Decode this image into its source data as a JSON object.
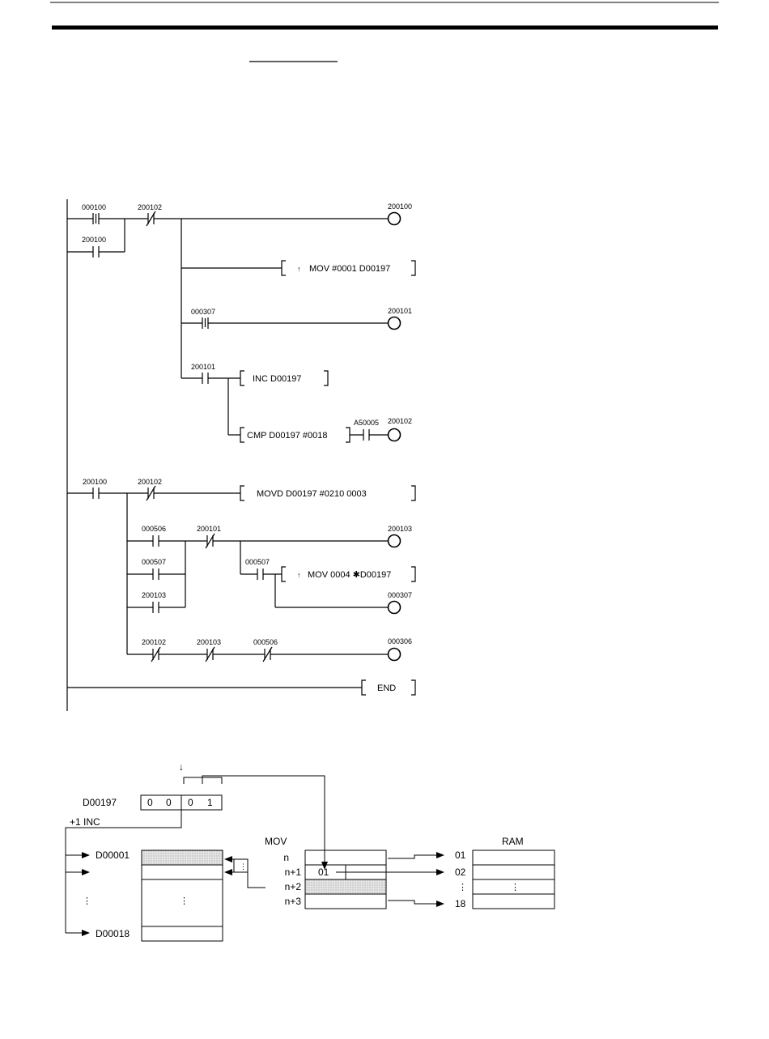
{
  "ladder": {
    "addr_000100": "000100",
    "addr_200102_a": "200102",
    "addr_200100_coil": "200100",
    "addr_200100_b": "200100",
    "mov1_arrow": "↑",
    "mov1": "MOV #0001 D00197",
    "addr_000307": "000307",
    "addr_200101_coil": "200101",
    "addr_200101_c": "200101",
    "inc": "INC    D00197",
    "cmp": "CMP D00197  #0018",
    "addr_A50005": "A50005",
    "addr_200102_coil": "200102",
    "addr_200100_d": "200100",
    "addr_200102_d": "200102",
    "movd": "MOVD D00197    #0210  0003",
    "addr_000506_a": "000506",
    "addr_200101_e": "200101",
    "addr_200103_coil": "200103",
    "addr_000507_a": "000507",
    "addr_000507_b": "000507",
    "mov2_arrow": "↑",
    "mov2": "MOV 0004 ✱D00197",
    "addr_000307_coil": "000307",
    "addr_200103_b": "200103",
    "addr_200102_f": "200102",
    "addr_200103_f": "200103",
    "addr_000506_f": "000506",
    "addr_000306_coil": "000306",
    "end": "END"
  },
  "memory": {
    "arrow_down": "↓",
    "d00197_label": "D00197",
    "digits": [
      "0",
      "0",
      "0",
      "1"
    ],
    "inc_label": "+1   INC",
    "d00001": "D00001",
    "d00018": "D00018",
    "dots_left": "⋮",
    "dots_mid": "⋮",
    "dots_small": "⋮",
    "mov_label": "MOV",
    "n_labels": [
      "n",
      "n+1",
      "n+2",
      "n+3"
    ],
    "n1_value": "01",
    "ram_label": "RAM",
    "ram_labels": [
      "01",
      "02",
      "⋮",
      "18"
    ],
    "ram_dots": "⋮"
  }
}
